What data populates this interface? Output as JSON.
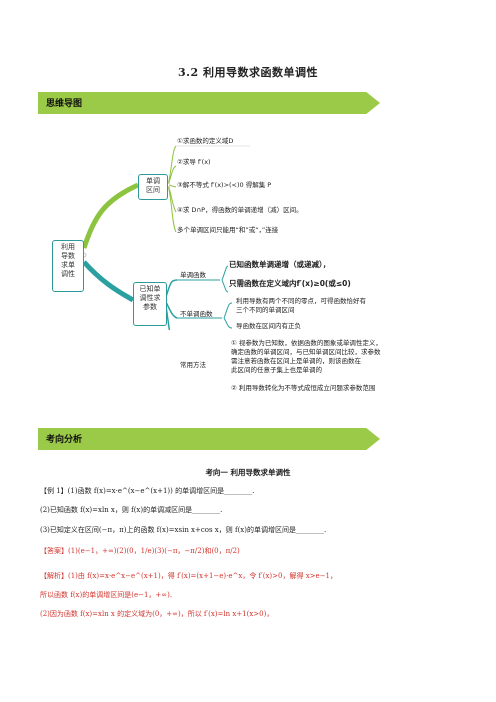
{
  "page_title": "3.2 利用导数求函数单调性",
  "banner_mindmap": "思维导图",
  "banner_analysis": "考向分析",
  "mindmap": {
    "root": "利用导数求单调性",
    "branch_interval": "单调区间",
    "branch_param": "已知单调性求参数",
    "interval_steps": [
      "①求函数的定义域D",
      "②求导 f′(x)",
      "③解不等式 f′(x)>(<)0 得解集 P",
      "④求 D∩P，得函数的单调递增（减）区间。",
      "多个单调区间只能用“和”或“，”连接"
    ],
    "sub_monotone": "单调函数",
    "sub_monotone_text": [
      "已知函数单调递增（或递减），",
      "只需函数在定义域内f′(x)≥0(或≤0)"
    ],
    "sub_nonmonotone": "不单调函数",
    "sub_nonmonotone_text": [
      "利用导数有两个不同的零点，可得函数恰好有",
      "三个不同的单调区间",
      "导函数在区间内有正负"
    ],
    "sub_method": "常用方法",
    "method_text": [
      "① 视参数为已知数，依据函数的图象或单调性定义，",
      "确定函数的单调区间，与已知单调区间比较，求参数",
      "需注意若函数在区间上是单调的，则该函数在",
      "此区间的任意子集上也是单调的",
      "② 利用导数转化为不等式成恒成立问题求参数范围"
    ]
  },
  "section_heading": "考向一 利用导数求单调性",
  "example_lines": [
    "【例 1】(1)函数 f(x)=x·e^(x−e^(x+1)) 的单调增区间是________.",
    "(2)已知函数 f(x)=xln x，则 f(x)的单调减区间是________.",
    "(3)已知定义在区间(−π，π)上的函数 f(x)=xsin x+cos x，则 f(x)的单调增区间是________."
  ],
  "answer": "【答案】(1)(e−1，+∞)(2)(0，1/e)(3)(−π，−π/2)和(0，π/2)",
  "analysis_lines": [
    "【解析】(1)由 f(x)=x·e^x−e^(x+1)，得 f′(x)=(x+1−e)·e^x，令 f′(x)>0，解得 x>e−1，",
    "所以函数 f(x)的单调增区间是(e−1，+∞).",
    "(2)因为函数 f(x)=xln x 的定义域为(0，+∞)，所以 f′(x)=ln x+1(x>0)，"
  ]
}
